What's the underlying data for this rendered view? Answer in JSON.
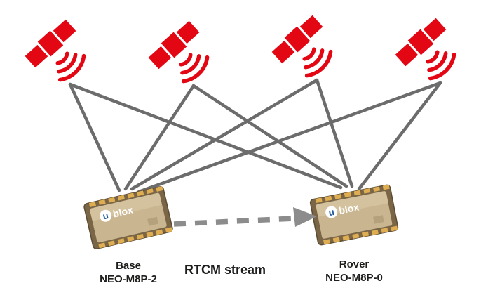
{
  "diagram": {
    "description": "GNSS RTK base and rover diagram with four satellites",
    "satellites": {
      "count": 4,
      "icon": "satellite-with-signal-waves"
    },
    "base": {
      "name": "Base",
      "model": "NEO-M8P-2"
    },
    "rover": {
      "name": "Rover",
      "model": "NEO-M8P-0"
    },
    "stream_label": "RTCM stream",
    "logo": {
      "u": "u",
      "text": "blox"
    },
    "colors": {
      "satellite_red": "#e30613",
      "signal_line_gray": "#6c6c6c",
      "arrow_gray": "#8c8c8c",
      "module_tan": "#c9b690",
      "module_edge": "#7a6647",
      "pad_gold": "#dfae52",
      "label_text": "#1d1d1b"
    }
  }
}
